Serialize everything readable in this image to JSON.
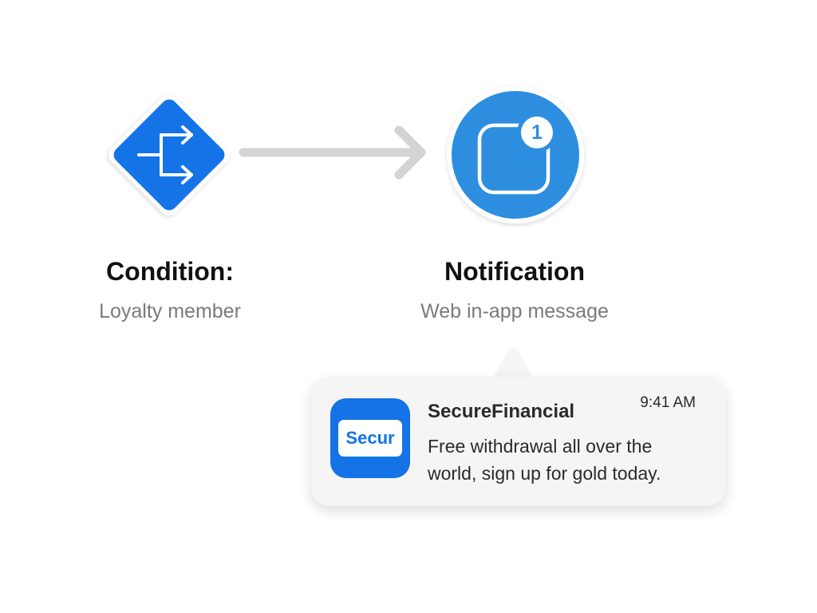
{
  "condition": {
    "title": "Condition:",
    "subtitle": "Loyalty member",
    "icon": "branch-arrows-icon"
  },
  "notification": {
    "title": "Notification",
    "subtitle": "Web in-app message",
    "icon": "app-badge-icon",
    "badge_count": "1"
  },
  "message": {
    "app_icon_text": "Secur",
    "app_name": "SecureFinancial",
    "time": "9:41 AM",
    "body": "Free withdrawal all over the world, sign up for gold today."
  },
  "colors": {
    "accent": "#1473e6",
    "circle": "#2d8ee0",
    "connector": "#d4d4d4",
    "subtitle": "#7a7a7a"
  }
}
